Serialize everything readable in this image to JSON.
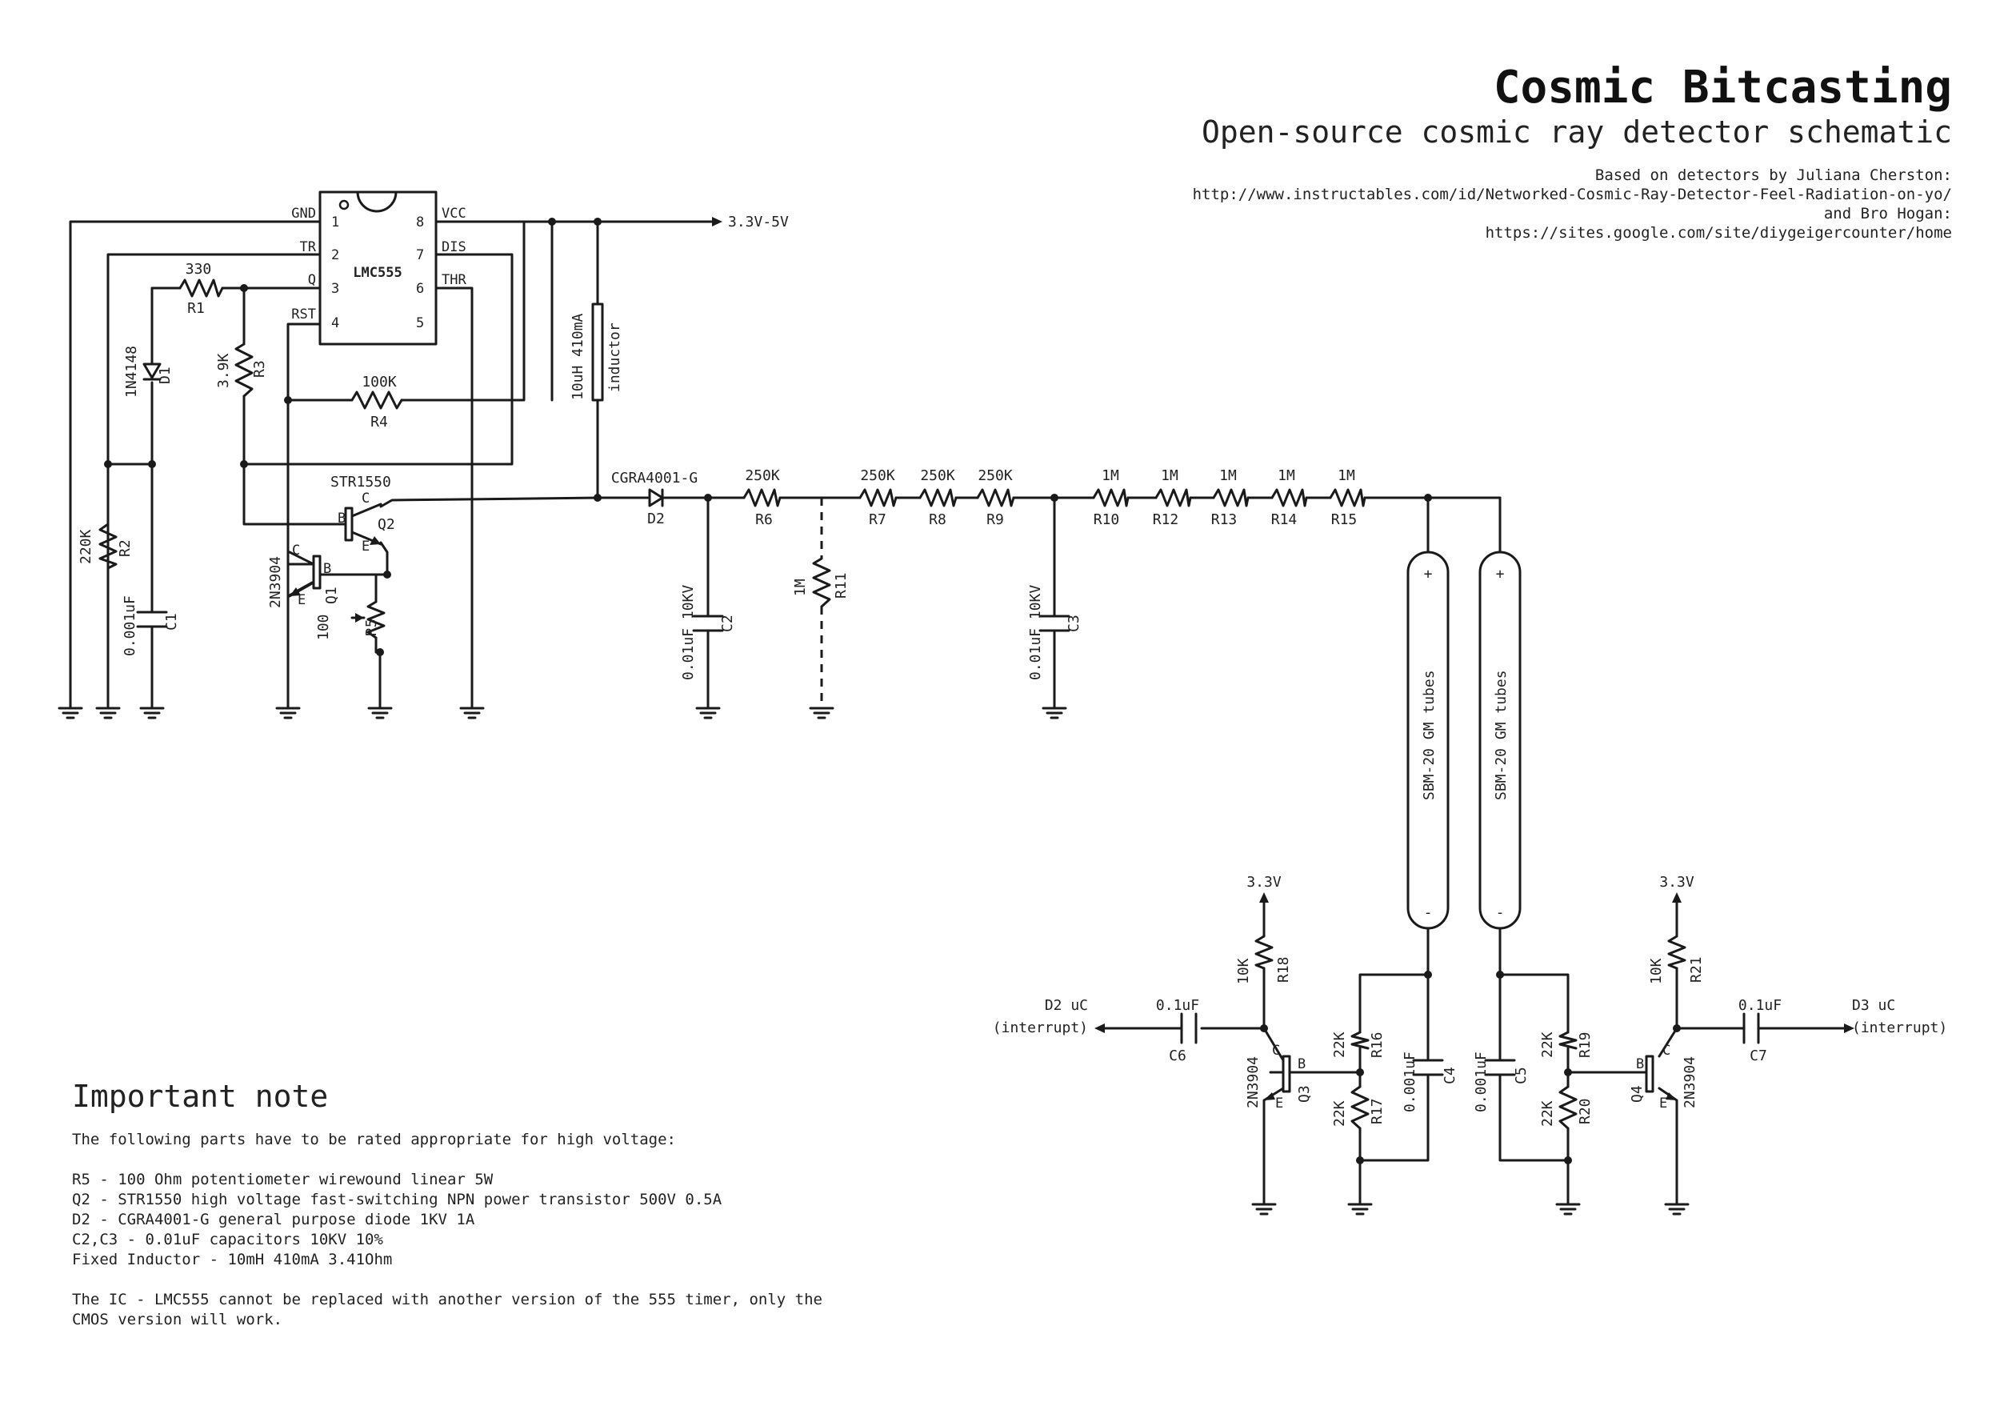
{
  "header": {
    "title": "Cosmic Bitcasting",
    "subtitle": "Open-source cosmic ray detector schematic",
    "credits": [
      "Based on detectors by Juliana Cherston:",
      "http://www.instructables.com/id/Networked-Cosmic-Ray-Detector-Feel-Radiation-on-yo/",
      "and Bro Hogan:",
      "https://sites.google.com/site/diygeigercounter/home"
    ]
  },
  "ic": {
    "name": "LMC555",
    "left_pins": [
      {
        "label": "GND",
        "num": "1"
      },
      {
        "label": "TR",
        "num": "2"
      },
      {
        "label": "Q",
        "num": "3"
      },
      {
        "label": "RST",
        "num": "4"
      }
    ],
    "right_pins": [
      {
        "label": "VCC",
        "num": "8"
      },
      {
        "label": "DIS",
        "num": "7"
      },
      {
        "label": "THR",
        "num": "6"
      },
      {
        "label": "",
        "num": "5"
      }
    ]
  },
  "supply": {
    "vcc_label": "3.3V-5V",
    "v33_left": "3.3V",
    "v33_right": "3.3V"
  },
  "components": {
    "r1": {
      "ref": "R1",
      "value": "330"
    },
    "r2": {
      "ref": "R2",
      "value": "220K"
    },
    "r3": {
      "ref": "R3",
      "value": "3.9K"
    },
    "r4": {
      "ref": "R4",
      "value": "100K"
    },
    "r5": {
      "ref": "R5",
      "value": "100"
    },
    "d1": {
      "ref": "D1",
      "value": "1N4148"
    },
    "c1": {
      "ref": "C1",
      "value": "0.001uF"
    },
    "inductor": {
      "value": "10uH 410mA",
      "name": "inductor"
    },
    "q1": {
      "ref": "Q1",
      "value": "2N3904"
    },
    "q2": {
      "ref": "Q2",
      "value": "STR1550"
    },
    "d2": {
      "ref": "D2",
      "value": "CGRA4001-G"
    },
    "r6": {
      "ref": "R6",
      "value": "250K"
    },
    "r11": {
      "ref": "R11",
      "value": "1M"
    },
    "r7": {
      "ref": "R7",
      "value": "250K"
    },
    "r8": {
      "ref": "R8",
      "value": "250K"
    },
    "r9": {
      "ref": "R9",
      "value": "250K"
    },
    "c2": {
      "ref": "C2",
      "value": "0.01uF 10KV"
    },
    "c3": {
      "ref": "C3",
      "value": "0.01uF 10KV"
    },
    "r10": {
      "ref": "R10",
      "value": "1M"
    },
    "r12": {
      "ref": "R12",
      "value": "1M"
    },
    "r13": {
      "ref": "R13",
      "value": "1M"
    },
    "r14": {
      "ref": "R14",
      "value": "1M"
    },
    "r15": {
      "ref": "R15",
      "value": "1M"
    },
    "tube1": {
      "label": "SBM-20 GM tubes",
      "plus": "+",
      "minus": "-"
    },
    "tube2": {
      "label": "SBM-20 GM tubes",
      "plus": "+",
      "minus": "-"
    },
    "r18": {
      "ref": "R18",
      "value": "10K"
    },
    "r16": {
      "ref": "R16",
      "value": "22K"
    },
    "r17": {
      "ref": "R17",
      "value": "22K"
    },
    "c4": {
      "ref": "C4",
      "value": "0.001uF"
    },
    "c5": {
      "ref": "C5",
      "value": "0.001uF"
    },
    "r19": {
      "ref": "R19",
      "value": "22K"
    },
    "r20": {
      "ref": "R20",
      "value": "22K"
    },
    "r21": {
      "ref": "R21",
      "value": "10K"
    },
    "c6": {
      "ref": "C6",
      "value": "0.1uF"
    },
    "c7": {
      "ref": "C7",
      "value": "0.1uF"
    },
    "q3": {
      "ref": "Q3",
      "value": "2N3904"
    },
    "q4": {
      "ref": "Q4",
      "value": "2N3904"
    }
  },
  "pin_letters": {
    "c": "C",
    "b": "B",
    "e": "E"
  },
  "outputs": {
    "left": {
      "line1": "D2 uC",
      "line2": "(interrupt)"
    },
    "right": {
      "line1": "D3 uC",
      "line2": "(interrupt)"
    }
  },
  "note": {
    "heading": "Important note",
    "intro": "The following parts have to be rated appropriate for high voltage:",
    "items": [
      "R5 - 100 Ohm potentiometer wirewound linear 5W",
      "Q2 - STR1550 high voltage fast-switching NPN power transistor 500V 0.5A",
      "D2 - CGRA4001-G general purpose diode 1KV 1A",
      "C2,C3 - 0.01uF capacitors 10KV 10%",
      "Fixed Inductor - 10mH 410mA 3.41Ohm"
    ],
    "footer": [
      "The IC - LMC555 cannot be replaced with another version of the 555 timer, only the",
      "CMOS version will work."
    ]
  }
}
